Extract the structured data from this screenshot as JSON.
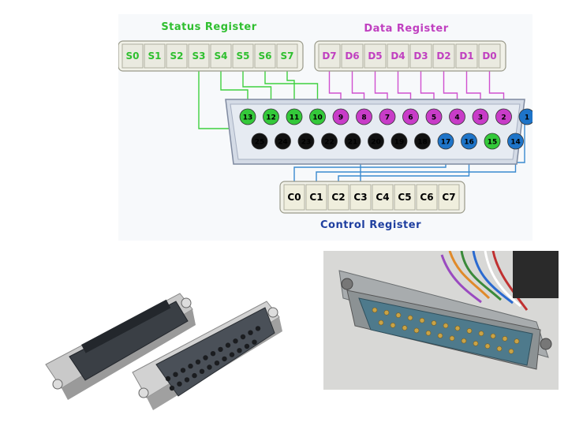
{
  "status_register": {
    "title": "Status Register",
    "bits": [
      "S0",
      "S1",
      "S2",
      "S3",
      "S4",
      "S5",
      "S6",
      "S7"
    ]
  },
  "data_register": {
    "title": "Data Register",
    "bits": [
      "D7",
      "D6",
      "D5",
      "D4",
      "D3",
      "D2",
      "D1",
      "D0"
    ]
  },
  "control_register": {
    "title": "Control Register",
    "bits": [
      "C0",
      "C1",
      "C2",
      "C3",
      "C4",
      "C5",
      "C6",
      "C7"
    ]
  },
  "connector": {
    "top_row_pins": [
      {
        "label": "13",
        "color": "green"
      },
      {
        "label": "12",
        "color": "green"
      },
      {
        "label": "11",
        "color": "green"
      },
      {
        "label": "10",
        "color": "green"
      },
      {
        "label": "9",
        "color": "magenta"
      },
      {
        "label": "8",
        "color": "magenta"
      },
      {
        "label": "7",
        "color": "magenta"
      },
      {
        "label": "6",
        "color": "magenta"
      },
      {
        "label": "5",
        "color": "magenta"
      },
      {
        "label": "4",
        "color": "magenta"
      },
      {
        "label": "3",
        "color": "magenta"
      },
      {
        "label": "2",
        "color": "magenta"
      },
      {
        "label": "1",
        "color": "blue"
      }
    ],
    "bottom_row_pins": [
      {
        "label": "25",
        "color": "black"
      },
      {
        "label": "24",
        "color": "black"
      },
      {
        "label": "23",
        "color": "black"
      },
      {
        "label": "22",
        "color": "black"
      },
      {
        "label": "21",
        "color": "black"
      },
      {
        "label": "20",
        "color": "black"
      },
      {
        "label": "19",
        "color": "black"
      },
      {
        "label": "18",
        "color": "black"
      },
      {
        "label": "17",
        "color": "blue"
      },
      {
        "label": "16",
        "color": "blue"
      },
      {
        "label": "15",
        "color": "green"
      },
      {
        "label": "14",
        "color": "blue"
      }
    ]
  },
  "colors": {
    "green": "#34c93a",
    "magenta": "#c83cc8",
    "blue": "#1e74c8",
    "black": "#111111",
    "status_title": "#2fbf2f",
    "data_title": "#c040c0",
    "control_title": "#2040a0",
    "wire_green": "#3fd13f",
    "wire_magenta": "#d050d0",
    "wire_blue": "#3a8ad0"
  }
}
